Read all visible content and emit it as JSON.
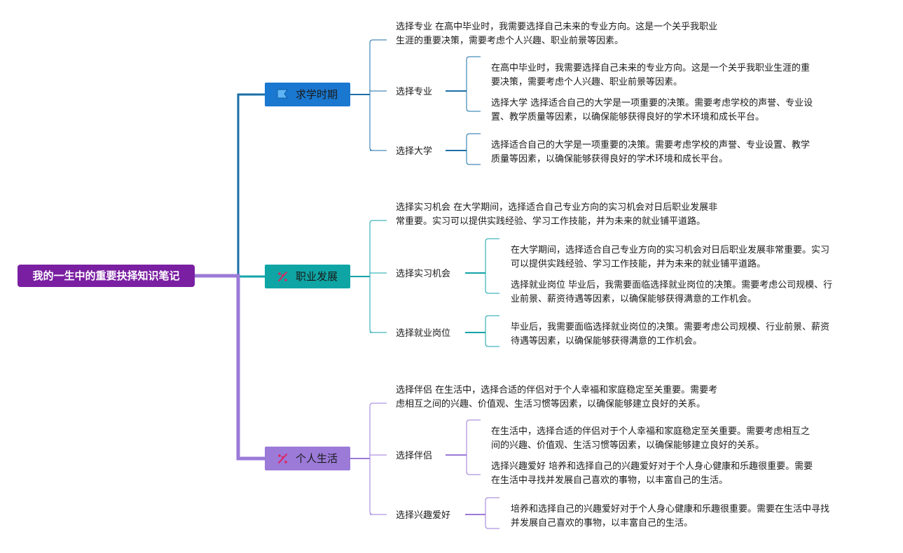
{
  "root": {
    "label": "我的一生中的重要抉择知识笔记",
    "color": "#7a1fa2"
  },
  "branches": [
    {
      "label": "求学时期",
      "color": "#1a78d0",
      "line_color": "#1a6fa8",
      "icon": "flag-icon",
      "summary": [
        "选择专业 在高中毕业时，我需要选择自己未来的专业方向。这是一个关乎我职业",
        "生涯的重要决策，需要考虑个人兴趣、职业前景等因素。"
      ],
      "children": [
        {
          "label": "选择专业",
          "notes": [
            [
              "在高中毕业时，我需要选择自己未来的专业方向。这是一个关乎我职业生涯的重",
              "要决策，需要考虑个人兴趣、职业前景等因素。"
            ],
            [
              "选择大学 选择适合自己的大学是一项重要的决策。需要考虑学校的声誉、专业设",
              "置、教学质量等因素，以确保能够获得良好的学术环境和成长平台。"
            ]
          ]
        },
        {
          "label": "选择大学",
          "notes": [
            [
              "选择适合自己的大学是一项重要的决策。需要考虑学校的声誉、专业设置、教学",
              "质量等因素，以确保能够获得良好的学术环境和成长平台。"
            ]
          ]
        }
      ]
    },
    {
      "label": "职业发展",
      "color": "#0fa5a5",
      "line_color": "#12a3a8",
      "icon": "spark-icon",
      "summary": [
        "选择实习机会 在大学期间，选择适合自己专业方向的实习机会对日后职业发展非",
        "常重要。实习可以提供实践经验、学习工作技能，并为未来的就业铺平道路。"
      ],
      "children": [
        {
          "label": "选择实习机会",
          "notes": [
            [
              "在大学期间，选择适合自己专业方向的实习机会对日后职业发展非常重要。实习",
              "可以提供实践经验、学习工作技能，并为未来的就业铺平道路。"
            ],
            [
              "选择就业岗位 毕业后，我需要面临选择就业岗位的决策。需要考虑公司规模、行",
              "业前景、薪资待遇等因素，以确保能够获得满意的工作机会。"
            ]
          ]
        },
        {
          "label": "选择就业岗位",
          "notes": [
            [
              "毕业后，我需要面临选择就业岗位的决策。需要考虑公司规模、行业前景、薪资",
              "待遇等因素，以确保能够获得满意的工作机会。"
            ]
          ]
        }
      ]
    },
    {
      "label": "个人生活",
      "color": "#9b7ad8",
      "line_color": "#9b7ad8",
      "icon": "spark-icon",
      "summary": [
        "选择伴侣 在生活中，选择合适的伴侣对于个人幸福和家庭稳定至关重要。需要考",
        "虑相互之间的兴趣、价值观、生活习惯等因素，以确保能够建立良好的关系。"
      ],
      "children": [
        {
          "label": "选择伴侣",
          "notes": [
            [
              "在生活中，选择合适的伴侣对于个人幸福和家庭稳定至关重要。需要考虑相互之",
              "间的兴趣、价值观、生活习惯等因素，以确保能够建立良好的关系。"
            ],
            [
              "选择兴趣爱好 培养和选择自己的兴趣爱好对于个人身心健康和乐趣很重要。需要",
              "在生活中寻找并发展自己喜欢的事物，以丰富自己的生活。"
            ]
          ]
        },
        {
          "label": "选择兴趣爱好",
          "notes": [
            [
              "培养和选择自己的兴趣爱好对于个人身心健康和乐趣很重要。需要在生活中寻找",
              "并发展自己喜欢的事物，以丰富自己的生活。"
            ]
          ]
        }
      ]
    }
  ]
}
